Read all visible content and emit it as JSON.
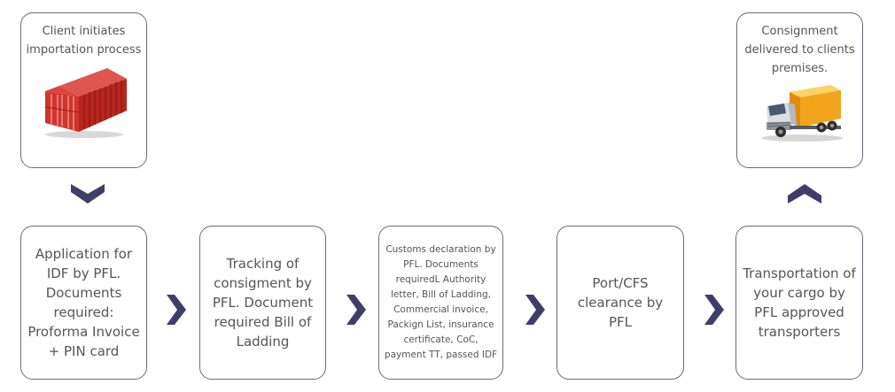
{
  "title": "",
  "start": {
    "text": "Client initiates importation process",
    "icon": "shipping-container-icon"
  },
  "end": {
    "text": "Consignment delivered to clients premises.",
    "icon": "delivery-truck-icon"
  },
  "steps": [
    {
      "text": "Application for IDF by PFL. Documents required: Proforma Invoice + PIN card"
    },
    {
      "text": "Tracking of consigment by PFL. Document required Bill of Ladding"
    },
    {
      "text": "Customs declaration by PFL. Documents requiredL Authority letter, Bill of Ladding, Commercial invoice, Packign List, insurance certificate, CoC, payment TT, passed IDF"
    },
    {
      "text": "Port/CFS clearance by PFL"
    },
    {
      "text": "Transportation of your cargo by PFL approved transporters"
    }
  ],
  "colors": {
    "border": "#6b6a80",
    "arrow": "#3f3e6b",
    "text": "#555555",
    "container": "#c8302b",
    "truck_cargo": "#f2a51c"
  }
}
